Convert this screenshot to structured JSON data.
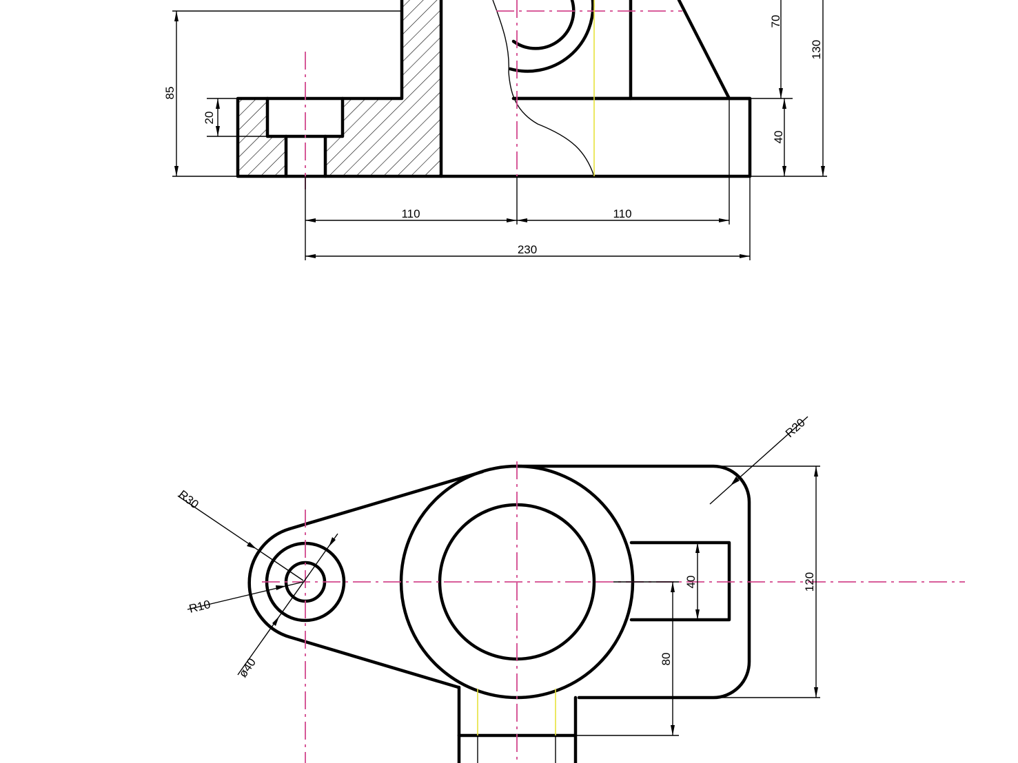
{
  "dimensions": {
    "front_view": {
      "d110_left": "110",
      "d110_right": "110",
      "d230": "230",
      "d85": "85",
      "d20": "20",
      "d70": "70",
      "d130": "130",
      "d40": "40"
    },
    "top_view": {
      "r30": "R30",
      "r10": "R10",
      "dia40": "ø40",
      "r20": "R20",
      "d40": "40",
      "d120": "120",
      "d80": "80"
    }
  },
  "colors": {
    "outline": "#000000",
    "centerline": "#d2468c",
    "construction": "#e6e23a",
    "background": "#ffffff"
  }
}
